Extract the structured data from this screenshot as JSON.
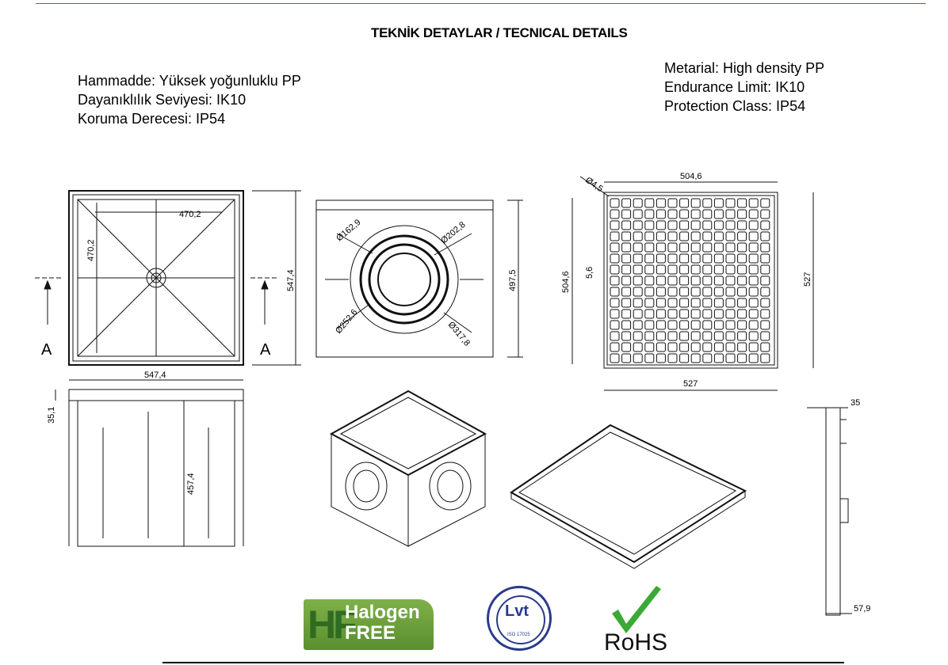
{
  "title": "TEKNİK DETAYLAR / TECNICAL DETAILS",
  "specs_tr": [
    "Hammadde: Yüksek yoğunluklu PP",
    "Dayanıklılık Seviyesi: IK10",
    "Koruma Derecesi: IP54"
  ],
  "specs_en": [
    "Metarial: High density PP",
    "Endurance Limit: IK10",
    "Protection Class: IP54"
  ],
  "views": {
    "top": {
      "inner_width": "470,2",
      "inner_height": "470,2",
      "outer_height": "547,4",
      "outer_width": "547,4",
      "section_left": "A",
      "section_right": "A"
    },
    "front": {
      "d1": "Ø162,9",
      "d2": "Ø202,8",
      "d3": "Ø252,6",
      "d4": "Ø317,8",
      "height": "497,5"
    },
    "lid": {
      "hole": "Ø4,5",
      "top_width": "504,6",
      "left_height": "504,6",
      "slot": "5,6",
      "right_height": "527",
      "bottom_width": "527"
    },
    "side": {
      "rim": "35,1",
      "depth": "457,4"
    },
    "lid_profile": {
      "top": "35",
      "bottom": "57,9"
    }
  },
  "badges": {
    "halogen_mark": "HF",
    "halogen_line1": "Halogen",
    "halogen_line2": "FREE",
    "lvt_mark": "Lvt",
    "lvt_sub": "ISO 17025",
    "rohs": "RoHS"
  },
  "colors": {
    "rule": "#4a6396",
    "halogen_green": "#6aa03a",
    "lvt_blue": "#2b3a8c",
    "rohs_check": "#3aa935"
  }
}
